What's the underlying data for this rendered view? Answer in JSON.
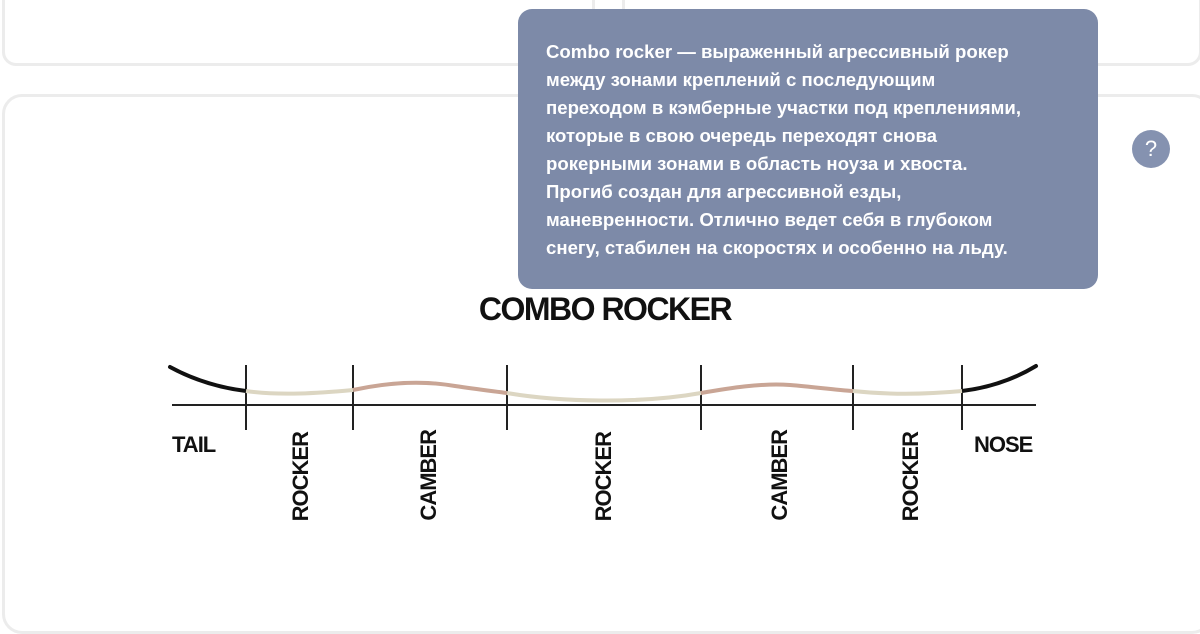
{
  "tooltip": {
    "lines": [
      "Combo rocker — выраженный агрессивный рокер",
      "между зонами креплений с последующим",
      "переходом в кэмберные участки под креплениями,",
      "которые в свою очередь переходят снова",
      "рокерными зонами в область ноуза и хвоста.",
      "Прогиб создан для агрессивной езды,",
      "маневренности. Отлично ведет себя в глубоком",
      "снегу, стабилен на скоростях и особенно на льду."
    ]
  },
  "help_button": {
    "label": "?"
  },
  "diagram": {
    "title": "COMBO ROCKER",
    "end_labels": {
      "tail": "TAIL",
      "nose": "NOSE"
    },
    "zones": [
      "ROCKER",
      "CAMBER",
      "ROCKER",
      "CAMBER",
      "ROCKER"
    ],
    "colors": {
      "tip": "#111111",
      "rocker": "#dcd6c2",
      "camber": "#c9a595",
      "baseline": "#222222",
      "tooltip_bg": "#7d8aa8"
    }
  }
}
